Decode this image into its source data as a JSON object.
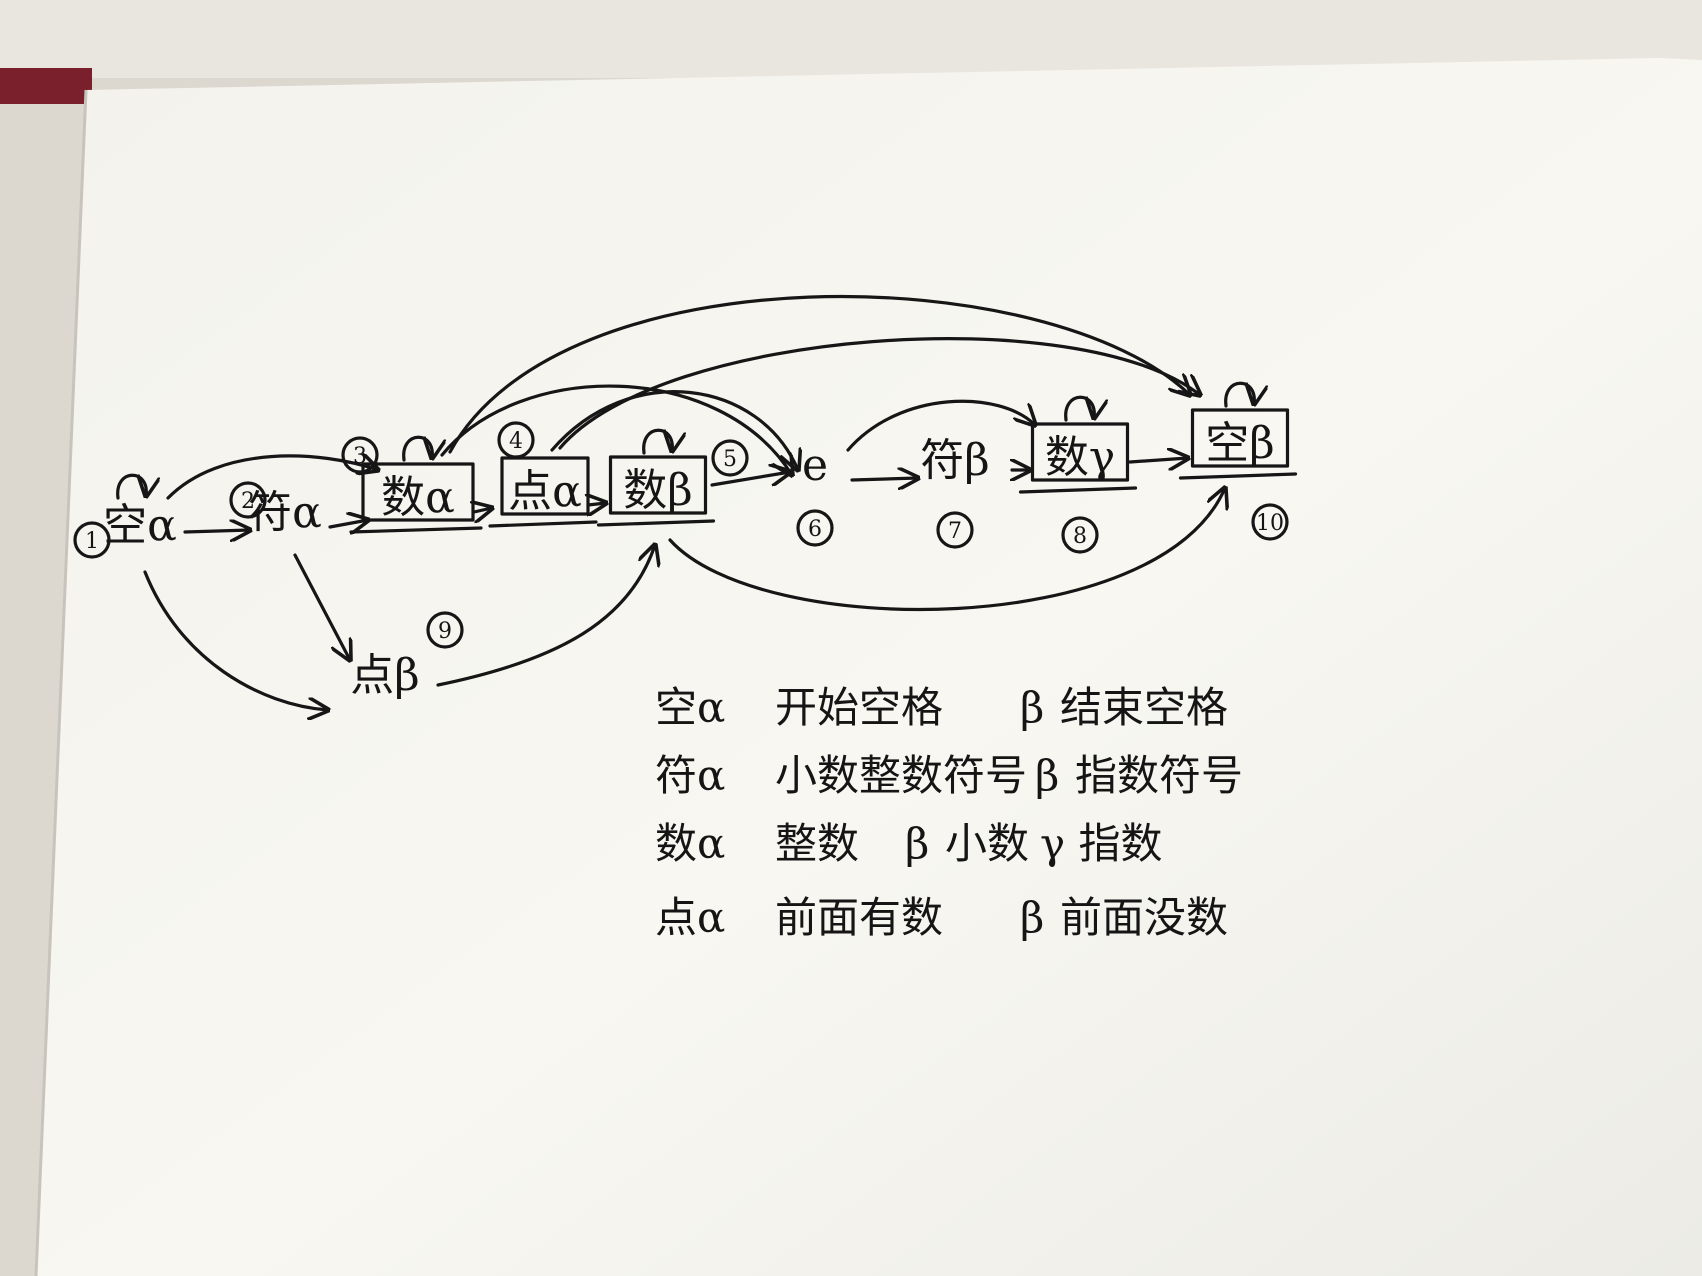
{
  "states": [
    {
      "id": "1",
      "label": "空α",
      "boxed": false,
      "self_loop": true
    },
    {
      "id": "2",
      "label": "符α",
      "boxed": false,
      "self_loop": false
    },
    {
      "id": "3",
      "label": "数α",
      "boxed": true,
      "self_loop": true
    },
    {
      "id": "4",
      "label": "点α",
      "boxed": true,
      "self_loop": false
    },
    {
      "id": "5",
      "label": "数β",
      "boxed": true,
      "self_loop": true
    },
    {
      "id": "6",
      "label": "e",
      "boxed": false,
      "self_loop": false
    },
    {
      "id": "7",
      "label": "符β",
      "boxed": false,
      "self_loop": false
    },
    {
      "id": "8",
      "label": "数γ",
      "boxed": true,
      "self_loop": true
    },
    {
      "id": "9",
      "label": "点β",
      "boxed": false,
      "self_loop": false
    },
    {
      "id": "10",
      "label": "空β",
      "boxed": true,
      "self_loop": true
    }
  ],
  "transitions": [
    {
      "from": "1",
      "to": "2"
    },
    {
      "from": "1",
      "to": "3"
    },
    {
      "from": "1",
      "to": "9"
    },
    {
      "from": "2",
      "to": "3"
    },
    {
      "from": "2",
      "to": "9"
    },
    {
      "from": "3",
      "to": "4"
    },
    {
      "from": "3",
      "to": "6"
    },
    {
      "from": "3",
      "to": "10"
    },
    {
      "from": "4",
      "to": "5"
    },
    {
      "from": "4",
      "to": "6"
    },
    {
      "from": "4",
      "to": "10"
    },
    {
      "from": "5",
      "to": "6"
    },
    {
      "from": "5",
      "to": "10"
    },
    {
      "from": "9",
      "to": "5"
    },
    {
      "from": "6",
      "to": "7"
    },
    {
      "from": "6",
      "to": "8"
    },
    {
      "from": "7",
      "to": "8"
    },
    {
      "from": "8",
      "to": "10"
    }
  ],
  "legend": [
    {
      "state": "空α",
      "alpha": "开始空格",
      "beta_prefix": "β",
      "beta": "结束空格",
      "gamma": ""
    },
    {
      "state": "符α",
      "alpha": "小数整数符号",
      "beta_prefix": "β",
      "beta": "指数符号",
      "gamma": ""
    },
    {
      "state": "数α",
      "alpha": "整数",
      "beta_prefix": "β",
      "beta": "小数",
      "gamma": "γ 指数"
    },
    {
      "state": "点α",
      "alpha": "前面有数",
      "beta_prefix": "β",
      "beta": "前面没数",
      "gamma": ""
    }
  ],
  "colors": {
    "paper": "#f7f5ef",
    "ink": "#161616",
    "spine": "#7a1f2c",
    "table": "#d9d4cc"
  }
}
